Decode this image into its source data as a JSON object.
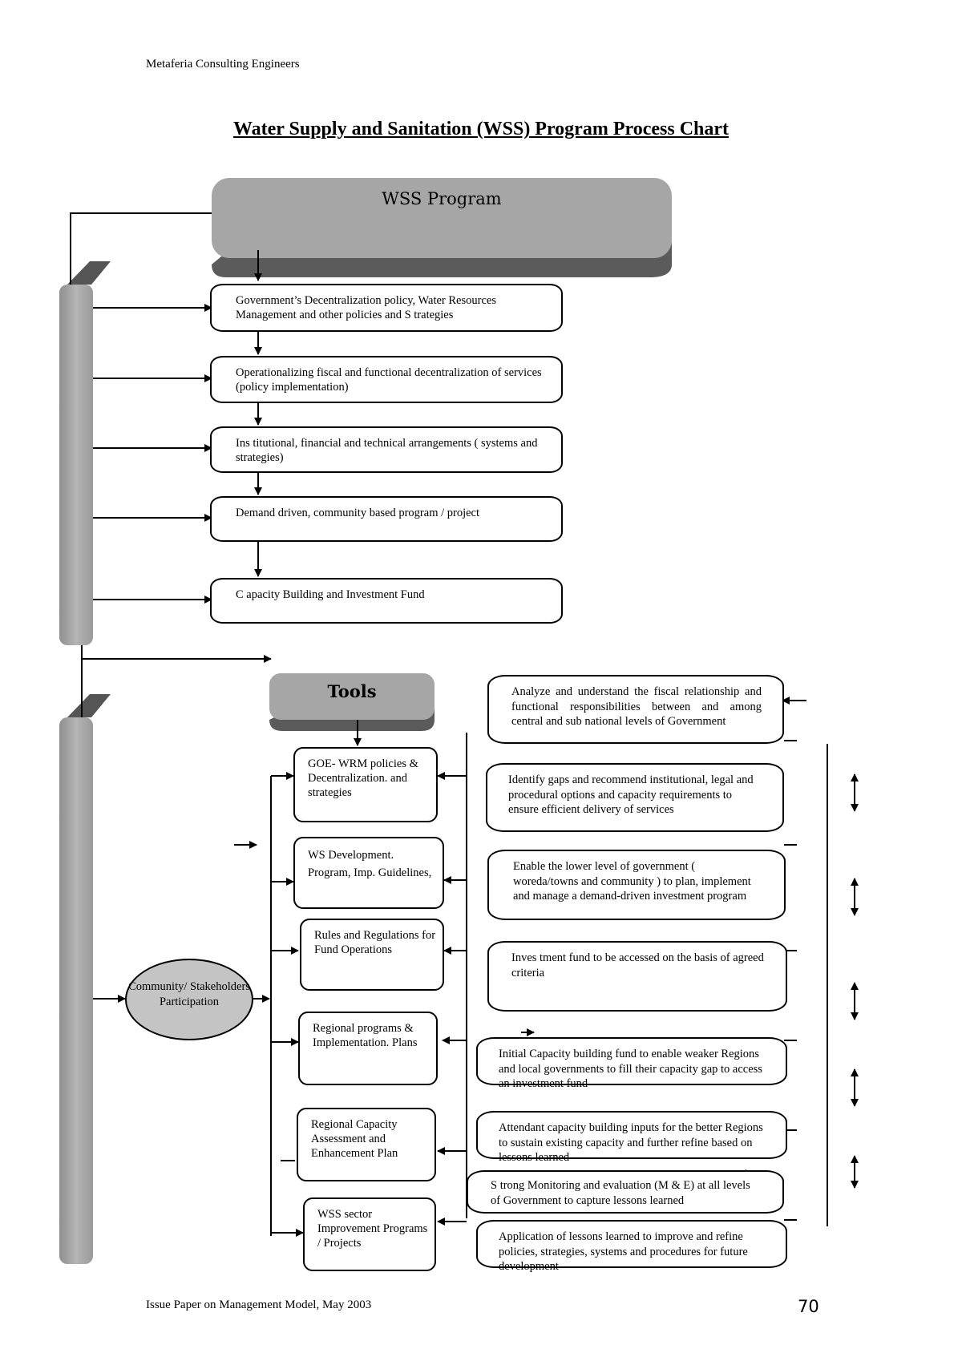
{
  "header": {
    "company": "Metaferia Consulting Engineers"
  },
  "title": "Water Supply and Sanitation (WSS) Program Process Chart",
  "program_box": {
    "label": "WSS Program"
  },
  "program_steps": [
    {
      "text": "Government’s Decentralization policy, Water Resources Management and other policies and S trategies"
    },
    {
      "text": "Operationalizing fiscal and functional decentralization of services (policy implementation)"
    },
    {
      "text": "Ins titutional, financial and technical arrangements ( systems and strategies)"
    },
    {
      "text": "Demand driven, community based program / project"
    },
    {
      "text": "C apacity Building and Investment Fund"
    }
  ],
  "tools_box": {
    "label": "Tools"
  },
  "participation": {
    "text": "Community/ Stakeholders Participation"
  },
  "tools": [
    {
      "text": "GOE- WRM policies & Decentralization. and strategies"
    },
    {
      "text": "WS Development. Program, Imp. Guidelines,"
    },
    {
      "text": "Rules and Regulations for Fund Operations"
    },
    {
      "text": "Regional programs & Implementation. Plans"
    },
    {
      "text": "Regional Capacity Assessment and Enhancement Plan"
    },
    {
      "text": "WSS sector Improvement Programs / Projects"
    }
  ],
  "activities": [
    {
      "text": "Analyze and understand the fiscal relationship and functional responsibilities between and among central and sub national levels of Government"
    },
    {
      "text": "Identify gaps and recommend institutional, legal and procedural options and capacity requirements to ensure efficient delivery of services"
    },
    {
      "text": "Enable the lower level of government ( woreda/towns and community ) to plan, implement and manage a demand-driven investment program"
    },
    {
      "text": "Inves tment fund to be accessed on the basis of agreed criteria"
    },
    {
      "text": "Initial Capacity building fund to enable weaker Regions and local governments to fill their capacity gap to access an investment fund"
    },
    {
      "text": "Attendant capacity building inputs for the better Regions to sustain existing capacity and further refine based on lessons learned"
    },
    {
      "text": "S trong Monitoring and evaluation (M & E) at all levels of Government to capture lessons learned"
    },
    {
      "text": "Application of lessons learned to improve and refine policies, strategies, systems and procedures for future development"
    }
  ],
  "footer": {
    "text": "Issue Paper on Management Model, May 2003",
    "page_number": "70"
  },
  "colors": {
    "grey_fill": "#a6a6a6",
    "dark_grey": "#555555",
    "oval_fill": "#c4c4c4"
  }
}
